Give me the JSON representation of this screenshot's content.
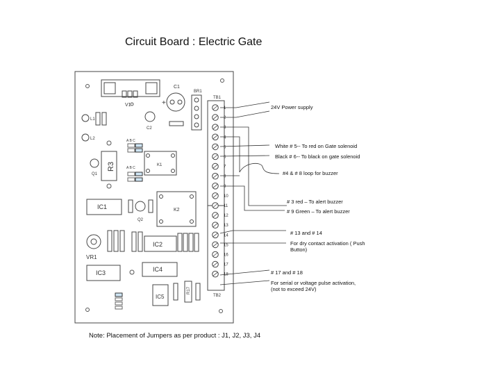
{
  "title": "Circuit Board : Electric Gate",
  "note": "Note: Placement of Jumpers as per product : J1, J2, J3, J4",
  "board_labels": {
    "v1": "V1",
    "c1": "C1",
    "br1": "BR1",
    "c2": "C2",
    "l1": "L1",
    "l2": "L2",
    "r3": "R3",
    "k1": "K1",
    "k2": "K2",
    "q1": "Q1",
    "q2": "Q2",
    "ic1": "IC1",
    "ic2": "IC2",
    "ic3": "IC3",
    "ic4": "IC4",
    "ic5": "IC5",
    "vr1": "VR1",
    "r17": "R17",
    "tb1": "TB1",
    "tb2": "TB2",
    "plus": "+",
    "abc1": "A B C",
    "abc2": "A B C"
  },
  "terminals": [
    "1",
    "2",
    "3",
    "4",
    "5",
    "6",
    "7",
    "8",
    "9",
    "10",
    "11",
    "12",
    "13",
    "14",
    "15",
    "16",
    "17",
    "18"
  ],
  "callouts": {
    "power": "24V Power supply",
    "white5": "White # 5--   To red on Gate solenoid",
    "black6": "Black # 6--    To black on gate solenoid",
    "loop48": "#4 & # 8 loop for buzzer",
    "red3": "# 3 red – To alert buzzer",
    "green9": "# 9 Green – To alert buzzer",
    "t1314": "# 13 and # 14",
    "dry": "For dry contact activation ( Push Button)",
    "t1718": "# 17 and # 18",
    "serial": "For serial or voltage pulse activation, (not to exceed 24V)"
  }
}
